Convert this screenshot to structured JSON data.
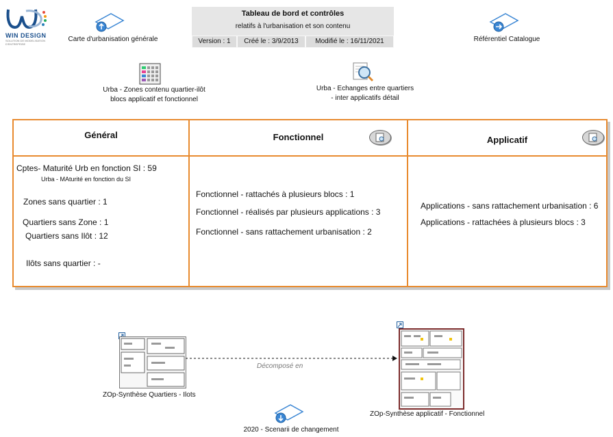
{
  "logo": {
    "text": "WIN DESIGN",
    "tagline": "SOLUTION DE MODELISATION D'ENTREPRISE"
  },
  "header": {
    "title": "Tableau de bord et contrôles",
    "subtitle": "relatifs à l'urbanisation et son contenu",
    "version": "Version : 1",
    "created": "Créé le : 3/9/2013",
    "modified": "Modifié le : 16/11/2021"
  },
  "links": {
    "carte": "Carte d'urbanisation générale",
    "referentiel": "Référentiel Catalogue",
    "zones_line1": "Urba - Zones contenu quartier-ilôt",
    "zones_line2": "blocs applicatif et fonctionnel",
    "echanges_line1": "Urba - Echanges entre quartiers",
    "echanges_line2": "- inter applicatifs détail"
  },
  "panels": {
    "general": {
      "title": "Général",
      "items": [
        "Cptes- Maturité Urb en fonction SI : 59",
        "Urba - MAturité en fonction du SI",
        "Zones sans quartier : 1",
        "Quartiers sans Zone : 1",
        "Quartiers sans Ilôt : 12",
        "Ilôts sans quartier : -"
      ]
    },
    "fonctionnel": {
      "title": "Fonctionnel",
      "items": [
        "Fonctionnel - rattachés à plusieurs blocs : 1",
        "Fonctionnel - réalisés par plusieurs applications : 3",
        "Fonctionnel - sans rattachement urbanisation : 2"
      ]
    },
    "applicatif": {
      "title": "Applicatif",
      "items": [
        "Applications - sans rattachement urbanisation : 6",
        "Applications - rattachées à plusieurs blocs : 3"
      ]
    }
  },
  "diagrams": {
    "quartiers": "ZOp-Synthèse Quartiers - Ilots",
    "applicatif": "ZOp-Synthèse applicatif - Fonctionnel",
    "relation": "Décomposé en",
    "scenarii": "2020 - Scenarii de changement"
  },
  "colors": {
    "panel_border": "#e88a2e",
    "accent_blue": "#3a86d4",
    "header_bg": "#e6e6e6"
  }
}
